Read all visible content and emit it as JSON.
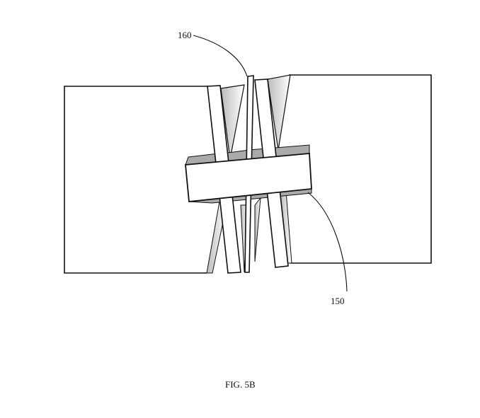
{
  "figure": {
    "caption": "FIG. 5B",
    "reference_numerals": [
      {
        "id": "160",
        "label": "160"
      },
      {
        "id": "150",
        "label": "150"
      }
    ]
  },
  "colors": {
    "line": "#111111",
    "shade": "#9a9a9a",
    "paper": "#ffffff"
  }
}
